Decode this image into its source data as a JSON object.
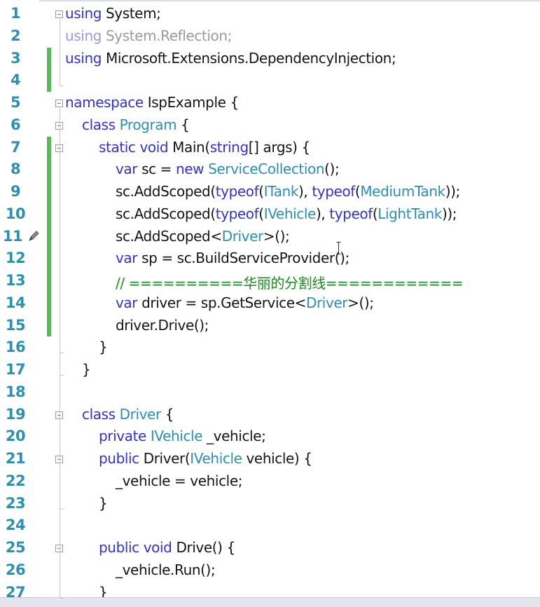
{
  "editor": {
    "lines": [
      {
        "n": "1",
        "parts": [
          {
            "t": "using",
            "c": "kw"
          },
          {
            "t": " System;",
            "c": ""
          }
        ]
      },
      {
        "n": "2",
        "parts": [
          {
            "t": "using",
            "c": "faded"
          },
          {
            "t": " System.Reflection;",
            "c": "faded-t"
          }
        ]
      },
      {
        "n": "3",
        "parts": [
          {
            "t": "using",
            "c": "kw"
          },
          {
            "t": " Microsoft.Extensions.DependencyInjection;",
            "c": ""
          }
        ]
      },
      {
        "n": "4",
        "parts": []
      },
      {
        "n": "5",
        "parts": [
          {
            "t": "namespace",
            "c": "kw"
          },
          {
            "t": " IspExample {",
            "c": ""
          }
        ]
      },
      {
        "n": "6",
        "parts": [
          {
            "t": "class",
            "c": "kw"
          },
          {
            "t": " ",
            "c": ""
          },
          {
            "t": "Program",
            "c": "ty"
          },
          {
            "t": " {",
            "c": ""
          }
        ]
      },
      {
        "n": "7",
        "parts": [
          {
            "t": "static",
            "c": "kw"
          },
          {
            "t": " ",
            "c": ""
          },
          {
            "t": "void",
            "c": "kw"
          },
          {
            "t": " Main(",
            "c": ""
          },
          {
            "t": "string",
            "c": "kw"
          },
          {
            "t": "[] args) {",
            "c": ""
          }
        ]
      },
      {
        "n": "8",
        "parts": [
          {
            "t": "var",
            "c": "kw"
          },
          {
            "t": " sc = ",
            "c": ""
          },
          {
            "t": "new",
            "c": "kw"
          },
          {
            "t": " ",
            "c": ""
          },
          {
            "t": "ServiceCollection",
            "c": "ty"
          },
          {
            "t": "();",
            "c": ""
          }
        ]
      },
      {
        "n": "9",
        "parts": [
          {
            "t": "sc.AddScoped(",
            "c": ""
          },
          {
            "t": "typeof",
            "c": "kw"
          },
          {
            "t": "(",
            "c": ""
          },
          {
            "t": "ITank",
            "c": "ty"
          },
          {
            "t": "), ",
            "c": ""
          },
          {
            "t": "typeof",
            "c": "kw"
          },
          {
            "t": "(",
            "c": ""
          },
          {
            "t": "MediumTank",
            "c": "ty"
          },
          {
            "t": "));",
            "c": ""
          }
        ]
      },
      {
        "n": "10",
        "parts": [
          {
            "t": "sc.AddScoped(",
            "c": ""
          },
          {
            "t": "typeof",
            "c": "kw"
          },
          {
            "t": "(",
            "c": ""
          },
          {
            "t": "IVehicle",
            "c": "ty"
          },
          {
            "t": "), ",
            "c": ""
          },
          {
            "t": "typeof",
            "c": "kw"
          },
          {
            "t": "(",
            "c": ""
          },
          {
            "t": "LightTank",
            "c": "ty"
          },
          {
            "t": "));",
            "c": ""
          }
        ]
      },
      {
        "n": "11",
        "parts": [
          {
            "t": "sc.AddScoped<",
            "c": ""
          },
          {
            "t": "Driver",
            "c": "ty"
          },
          {
            "t": ">();",
            "c": ""
          }
        ]
      },
      {
        "n": "12",
        "parts": [
          {
            "t": "var",
            "c": "kw"
          },
          {
            "t": " sp = sc.BuildServiceProvider();",
            "c": ""
          }
        ]
      },
      {
        "n": "13",
        "parts": [
          {
            "t": "// ==========华丽的分割线============",
            "c": "cm"
          }
        ]
      },
      {
        "n": "14",
        "parts": [
          {
            "t": "var",
            "c": "kw"
          },
          {
            "t": " driver = sp.GetService<",
            "c": ""
          },
          {
            "t": "Driver",
            "c": "ty"
          },
          {
            "t": ">();",
            "c": ""
          }
        ]
      },
      {
        "n": "15",
        "parts": [
          {
            "t": "driver.Drive();",
            "c": ""
          }
        ]
      },
      {
        "n": "16",
        "parts": [
          {
            "t": "}",
            "c": ""
          }
        ]
      },
      {
        "n": "17",
        "parts": [
          {
            "t": "}",
            "c": ""
          }
        ]
      },
      {
        "n": "18",
        "parts": []
      },
      {
        "n": "19",
        "parts": [
          {
            "t": "class",
            "c": "kw"
          },
          {
            "t": " ",
            "c": ""
          },
          {
            "t": "Driver",
            "c": "ty"
          },
          {
            "t": " {",
            "c": ""
          }
        ]
      },
      {
        "n": "20",
        "parts": [
          {
            "t": "private",
            "c": "kw"
          },
          {
            "t": " ",
            "c": ""
          },
          {
            "t": "IVehicle",
            "c": "ty"
          },
          {
            "t": " _vehicle;",
            "c": ""
          }
        ]
      },
      {
        "n": "21",
        "parts": [
          {
            "t": "public",
            "c": "kw"
          },
          {
            "t": " Driver(",
            "c": ""
          },
          {
            "t": "IVehicle",
            "c": "ty"
          },
          {
            "t": " vehicle) {",
            "c": ""
          }
        ]
      },
      {
        "n": "22",
        "parts": [
          {
            "t": "_vehicle = vehicle;",
            "c": ""
          }
        ]
      },
      {
        "n": "23",
        "parts": [
          {
            "t": "}",
            "c": ""
          }
        ]
      },
      {
        "n": "24",
        "parts": []
      },
      {
        "n": "25",
        "parts": [
          {
            "t": "public",
            "c": "kw"
          },
          {
            "t": " ",
            "c": ""
          },
          {
            "t": "void",
            "c": "kw"
          },
          {
            "t": " Drive() {",
            "c": ""
          }
        ]
      },
      {
        "n": "26",
        "parts": [
          {
            "t": "_vehicle.Run();",
            "c": ""
          }
        ]
      },
      {
        "n": "27",
        "parts": [
          {
            "t": "}",
            "c": ""
          }
        ]
      }
    ]
  },
  "colors": {
    "keyword": "#3232d0",
    "type": "#2b8fb5",
    "comment": "#1d8a1d",
    "line_number": "#2b91af",
    "change_bar": "#57bb57"
  },
  "icons": {
    "edit_marker": "pencil-icon",
    "text_cursor": "i-beam-cursor-icon",
    "collapse": "collapse-minus-icon"
  }
}
